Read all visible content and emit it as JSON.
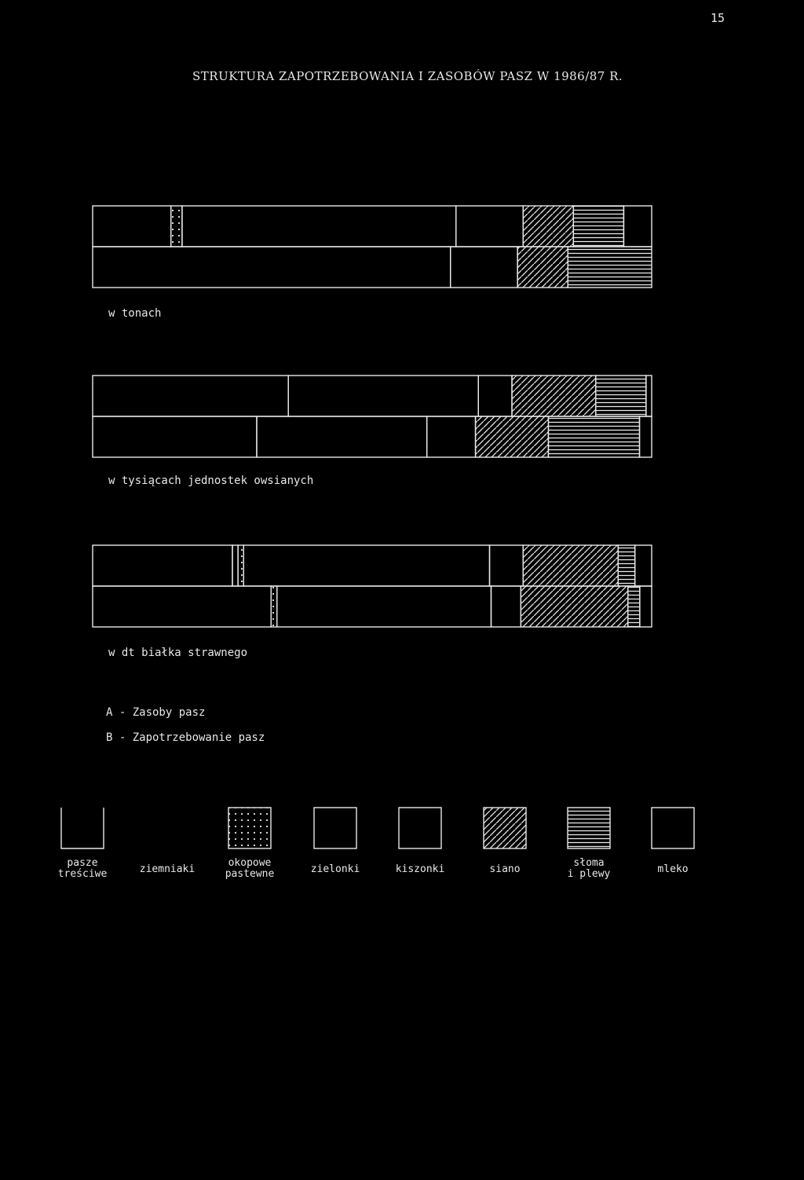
{
  "page_number": "15",
  "title": "STRUKTURA ZAPOTRZEBOWANIA I ZASOBÓW PASZ W 1986/87 R.",
  "definitions": {
    "a": "A - Zasoby pasz",
    "b": "B - Zapotrzebowanie pasz"
  },
  "colors": {
    "background": "#000000",
    "ink": "#e8e8e8"
  },
  "chart_data": {
    "type": "bar",
    "orientation": "horizontal",
    "stacked": true,
    "normalized": true,
    "rows": [
      {
        "id": "zasoby",
        "letter": "A"
      },
      {
        "id": "zapotrzebowanie",
        "letter": "B"
      }
    ],
    "categories": [
      "pasze treściwe",
      "ziemniaki",
      "okopowe pastewne",
      "zielonki",
      "kiszonki",
      "siano",
      "słoma i plewy",
      "mleko"
    ],
    "legend": [
      {
        "key": "pasze_tresciwe",
        "lines": [
          "pasze",
          "treściwe"
        ],
        "pattern": "none"
      },
      {
        "key": "ziemniaki",
        "lines": [
          "ziemniaki"
        ],
        "pattern": "none"
      },
      {
        "key": "okopowe_pastewne",
        "lines": [
          "okopowe",
          "pastewne"
        ],
        "pattern": "dots"
      },
      {
        "key": "zielonki",
        "lines": [
          "zielonki"
        ],
        "pattern": "none"
      },
      {
        "key": "kiszonki",
        "lines": [
          "kiszonki"
        ],
        "pattern": "none"
      },
      {
        "key": "siano",
        "lines": [
          "siano"
        ],
        "pattern": "diagonal"
      },
      {
        "key": "sloma_i_plewy",
        "lines": [
          "słoma",
          "i plewy"
        ],
        "pattern": "horizontal"
      },
      {
        "key": "mleko",
        "lines": [
          "mleko"
        ],
        "pattern": "none"
      }
    ],
    "charts": [
      {
        "caption": "w tonach",
        "zasoby": [
          0.0,
          14.0,
          2.0,
          49.0,
          12.0,
          9.0,
          9.0,
          5.0
        ],
        "zapotrzebowanie": [
          0.0,
          0.0,
          0.0,
          64.0,
          12.0,
          9.0,
          15.0,
          0.0
        ]
      },
      {
        "caption": "w tysiącach jednostek owsianych",
        "zasoby": [
          35.0,
          0.0,
          0.0,
          34.0,
          6.0,
          15.0,
          9.0,
          1.0
        ],
        "zapotrzebowanie": [
          27.0,
          0.0,
          0.0,
          28.0,
          8.0,
          12.0,
          15.0,
          2.0
        ]
      },
      {
        "caption": "w dt białka strawnego",
        "zasoby": [
          25.0,
          1.0,
          1.0,
          44.0,
          6.0,
          17.0,
          3.0,
          3.0
        ],
        "zapotrzebowanie": [
          30.0,
          0.0,
          1.0,
          36.0,
          5.0,
          18.0,
          2.0,
          2.0
        ]
      }
    ]
  }
}
